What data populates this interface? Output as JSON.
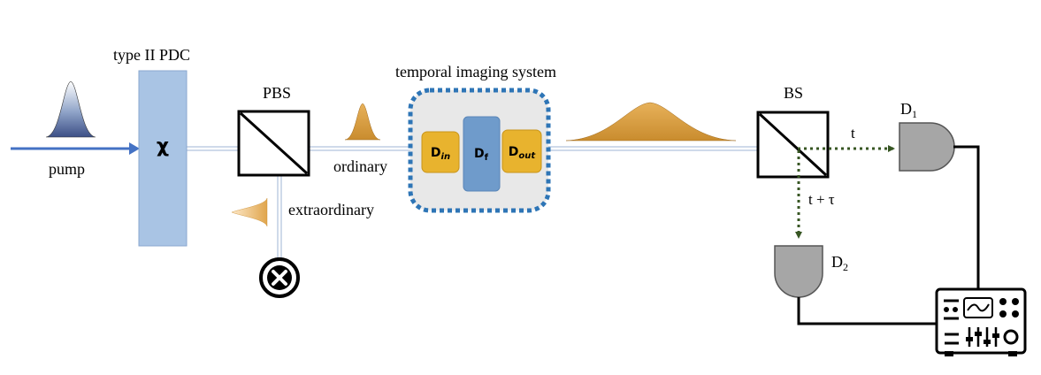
{
  "labels": {
    "pdc": "type II PDC",
    "crystal": "χ",
    "pump": "pump",
    "pbs": "PBS",
    "ordinary": "ordinary",
    "extraordinary": "extraordinary",
    "tis": "temporal imaging system",
    "d_in": "D",
    "d_in_sub": "in",
    "d_f": "D",
    "d_f_sub": "f",
    "d_out": "D",
    "d_out_sub": "out",
    "bs": "BS",
    "t": "t",
    "t_tau": "t + τ",
    "d1": "D",
    "d1_sub": "1",
    "d2": "D",
    "d2_sub": "2"
  },
  "icons": {
    "pump_pulse": "gaussian-pulse-icon",
    "blocker": "beam-block-icon",
    "detector": "detector-icon",
    "counter": "coincidence-counter-icon"
  },
  "colors": {
    "pump_arrow": "#4472c4",
    "crystal_fill": "#a9c4e4",
    "pulse_fill": "#e0a54c",
    "tis_border": "#2e75b6",
    "tis_bg": "#e8e8e8",
    "d_box_fill": "#e8b32e",
    "d_f_fill": "#6f9bcb",
    "dotted_path": "#375623",
    "detector_fill": "#a6a6a6"
  }
}
